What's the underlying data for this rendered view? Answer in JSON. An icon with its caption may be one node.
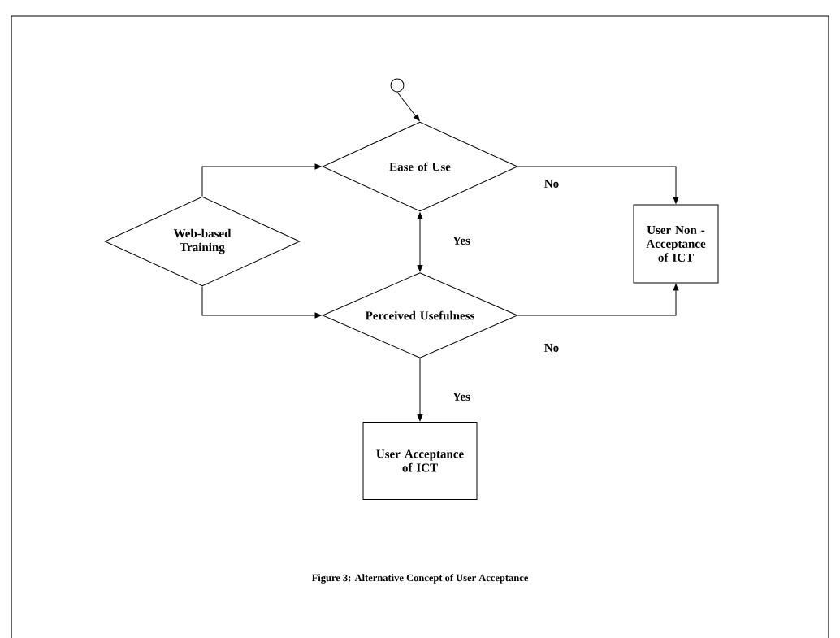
{
  "diagram": {
    "caption": "Figure 3: Alternative Concept of User Acceptance",
    "nodes": [
      {
        "text": [],
        "shape": "circle"
      },
      {
        "text": [
          "Ease of Use"
        ]
      },
      {
        "text": [
          "Web-based Training"
        ]
      },
      {
        "text": [
          "User Non - Acceptance of ICT"
        ]
      },
      {
        "text": [
          "Perceived Usefulness"
        ]
      },
      {
        "text": [
          "User Acceptance of ICT"
        ]
      }
    ],
    "edges": [
      {
        "from": 0,
        "to": 1,
        "arrow": "to"
      },
      {
        "from": 2,
        "to": 1,
        "arrow": "to"
      },
      {
        "from": 2,
        "to": 4,
        "arrow": "to"
      },
      {
        "from": 1,
        "to": 3,
        "arrow": "to",
        "label": "No"
      },
      {
        "from": 1,
        "to": 4,
        "arrow": "both",
        "label": "Yes"
      },
      {
        "from": 4,
        "to": 3,
        "arrow": "to",
        "label": "No"
      },
      {
        "from": 4,
        "to": 5,
        "arrow": "to",
        "label": "Yes"
      }
    ]
  }
}
